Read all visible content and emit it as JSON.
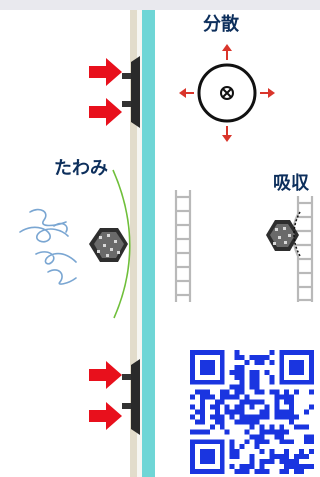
{
  "labels": {
    "disperse": "分散",
    "deflect": "たわみ",
    "absorb": "吸収"
  },
  "colors": {
    "glass_teal": "#6fd6d6",
    "wall_beige": "#e2dccb",
    "arrow_red": "#e8101c",
    "label_navy": "#0d2f5c",
    "deflection_curve": "#6fbf3a",
    "squiggle_blue": "#7aa6d2",
    "ladder_gray": "#b9b9b9",
    "qr_blue": "#1a35e0"
  },
  "icons": [
    "red-push-arrow-icon",
    "dispersion-circle-icon",
    "debris-ball-icon",
    "ladder-icon",
    "qr-code-icon"
  ]
}
